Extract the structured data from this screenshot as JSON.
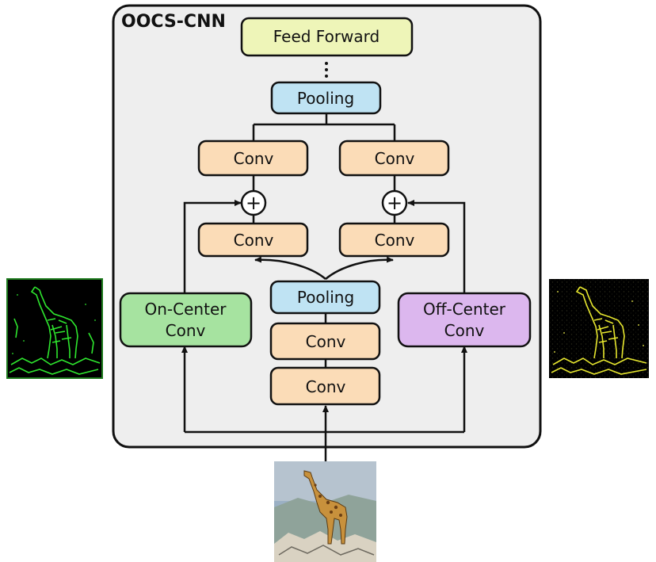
{
  "title": "OOCS-CNN",
  "feed_forward": "Feed Forward",
  "pooling_top": "Pooling",
  "pooling_mid": "Pooling",
  "conv_label": "Conv",
  "on_center": {
    "line1": "On-Center",
    "line2": "Conv"
  },
  "off_center": {
    "line1": "Off-Center",
    "line2": "Conv"
  },
  "plus": "+",
  "colors": {
    "panel_bg": "#eeeeee",
    "feed_forward": "#eef5b8",
    "pooling": "#bfe3f3",
    "conv": "#fbdcb7",
    "on_center": "#a6e3a0",
    "off_center": "#dcb7ee"
  },
  "images": {
    "on_center": "giraffe-edge-map-green",
    "off_center": "giraffe-edge-map-yellow",
    "input": "giraffe-photo"
  }
}
